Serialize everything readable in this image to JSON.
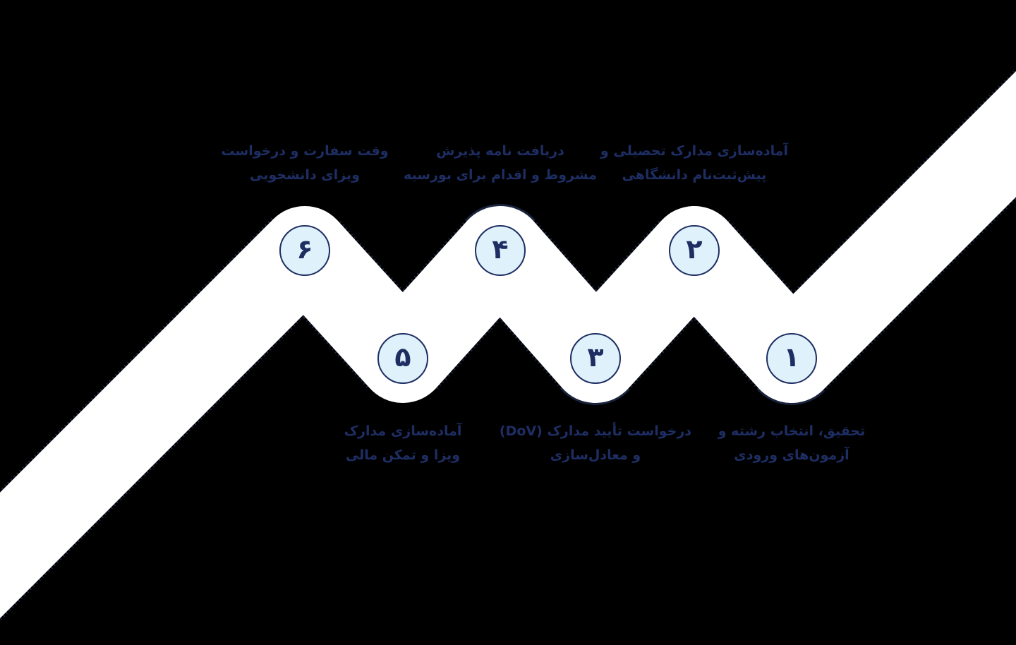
{
  "colors": {
    "bg": "#000000",
    "band": "#ffffff",
    "edge_dots": "#2e3f6e",
    "navy": "#1e2e63",
    "circle_fill": "#dff2fb",
    "circle_border": "#1e2e63"
  },
  "steps": [
    {
      "number": "۱",
      "position": "valley",
      "label_line1": "تحقیق، انتخاب رشته و",
      "label_line2": "آزمون‌های ورودی"
    },
    {
      "number": "۲",
      "position": "peak",
      "label_line1": "آماده‌سازی مدارک تحصیلی و",
      "label_line2": "پیش‌ثبت‌نام دانشگاهی"
    },
    {
      "number": "۳",
      "position": "valley",
      "label_line1": "درخواست تأیید مدارک (DoV)",
      "label_line2": "و معادل‌سازی"
    },
    {
      "number": "۴",
      "position": "peak",
      "label_line1": "دریافت نامه پذیرش",
      "label_line2": "مشروط و اقدام برای بورسیه"
    },
    {
      "number": "۵",
      "position": "valley",
      "label_line1": "آماده‌سازی مدارک",
      "label_line2": "ویزا و تمکن مالی"
    },
    {
      "number": "۶",
      "position": "peak",
      "label_line1": "وقت سفارت و درخواست",
      "label_line2": "ویزای دانشجویی"
    }
  ]
}
